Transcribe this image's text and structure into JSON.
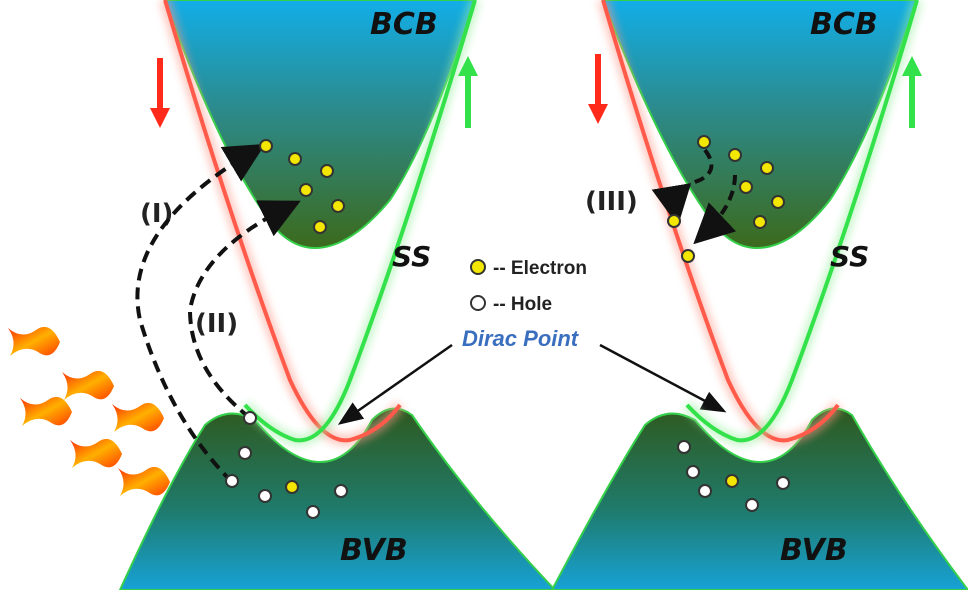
{
  "labels": {
    "bcb": "BCB",
    "bvb": "BVB",
    "ss": "SS",
    "process_1": "(I)",
    "process_2": "(II)",
    "process_3": "(III)",
    "dirac_point": "Dirac  Point"
  },
  "legend": {
    "electron": "-- Electron",
    "hole": "-- Hole"
  },
  "colors": {
    "conduction_top": "#18a7e6",
    "valence_dark": "#2f5a1f",
    "green_cone": "#33e24a",
    "red_cone": "#ff5a4a",
    "electron": "#f3e600",
    "hole": "#ffffff",
    "dirac_text": "#3a6fc0",
    "photon": "#ff8a00"
  }
}
